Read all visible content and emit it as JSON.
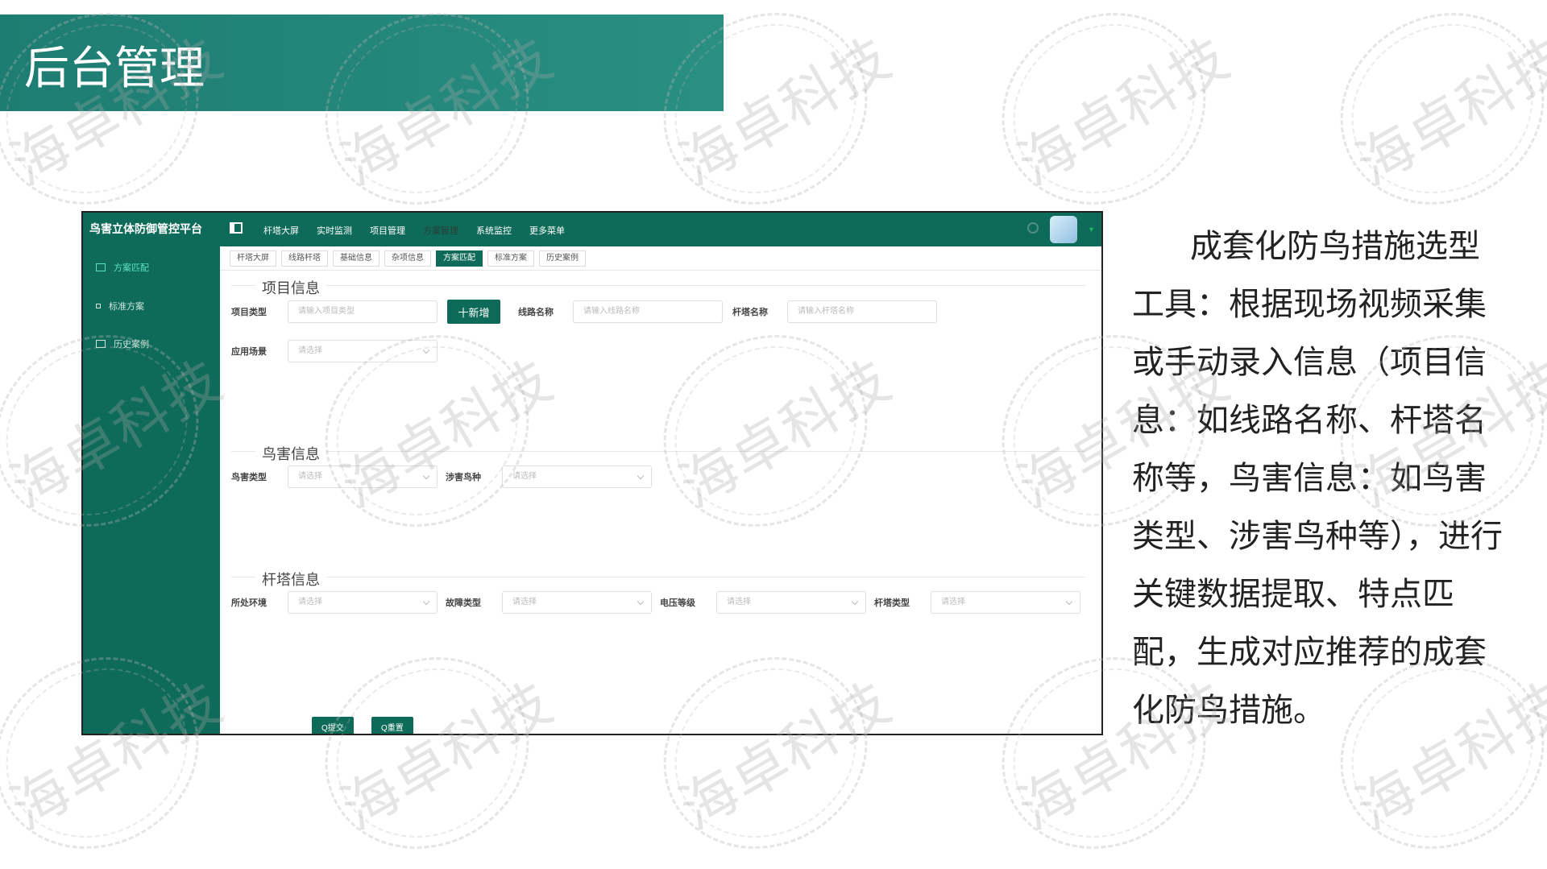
{
  "page_title": "后台管理",
  "app": {
    "brand": "鸟害立体防御管控平台",
    "sidebar": [
      {
        "label": "方案匹配",
        "active": true
      },
      {
        "label": "标准方案",
        "active": false
      },
      {
        "label": "历史案例",
        "active": false
      }
    ],
    "nav": [
      "杆塔大屏",
      "实时监测",
      "项目管理",
      "方案管理",
      "系统监控",
      "更多菜单"
    ],
    "tabs": [
      "杆塔大屏",
      "线路杆塔",
      "基础信息",
      "杂项信息",
      "方案匹配",
      "标准方案",
      "历史案例"
    ],
    "active_tab_index": 4,
    "project_section": {
      "title": "项目信息",
      "project_type_label": "项目类型",
      "project_type_placeholder": "请输入项目类型",
      "add_button": "十新增",
      "line_name_label": "线路名称",
      "line_name_placeholder": "请输入线路名称",
      "tower_name_label": "杆塔名称",
      "tower_name_placeholder": "请输入杆塔名称",
      "scene_label": "应用场景",
      "scene_placeholder": "请选择"
    },
    "bird_section": {
      "title": "鸟害信息",
      "damage_type_label": "鸟害类型",
      "damage_type_placeholder": "请选择",
      "species_label": "涉害鸟种",
      "species_placeholder": "请选择"
    },
    "tower_section": {
      "title": "杆塔信息",
      "env_label": "所处环境",
      "env_placeholder": "请选择",
      "fault_label": "故障类型",
      "fault_placeholder": "请选择",
      "voltage_label": "电压等级",
      "voltage_placeholder": "请选择",
      "tower_type_label": "杆塔类型",
      "tower_type_placeholder": "请选择"
    },
    "submit_button": "Q提交",
    "reset_button": "Q重置"
  },
  "description": {
    "line1": "成套化防鸟措施选型",
    "body": "工具：根据现场视频采集或手动录入信息（项目信息：如线路名称、杆塔名称等，鸟害信息：如鸟害类型、涉害鸟种等），进行关键数据提取、特点匹配，生成对应推荐的成套化防鸟措施。"
  },
  "watermark": "海卓科技",
  "colors": {
    "banner": "#1e7d72",
    "app_primary": "#0f6b59",
    "active_menu": "#5ee3c2"
  },
  "icons": [
    "menu-icon",
    "search-icon",
    "avatar",
    "sidebar-menu-icon"
  ]
}
